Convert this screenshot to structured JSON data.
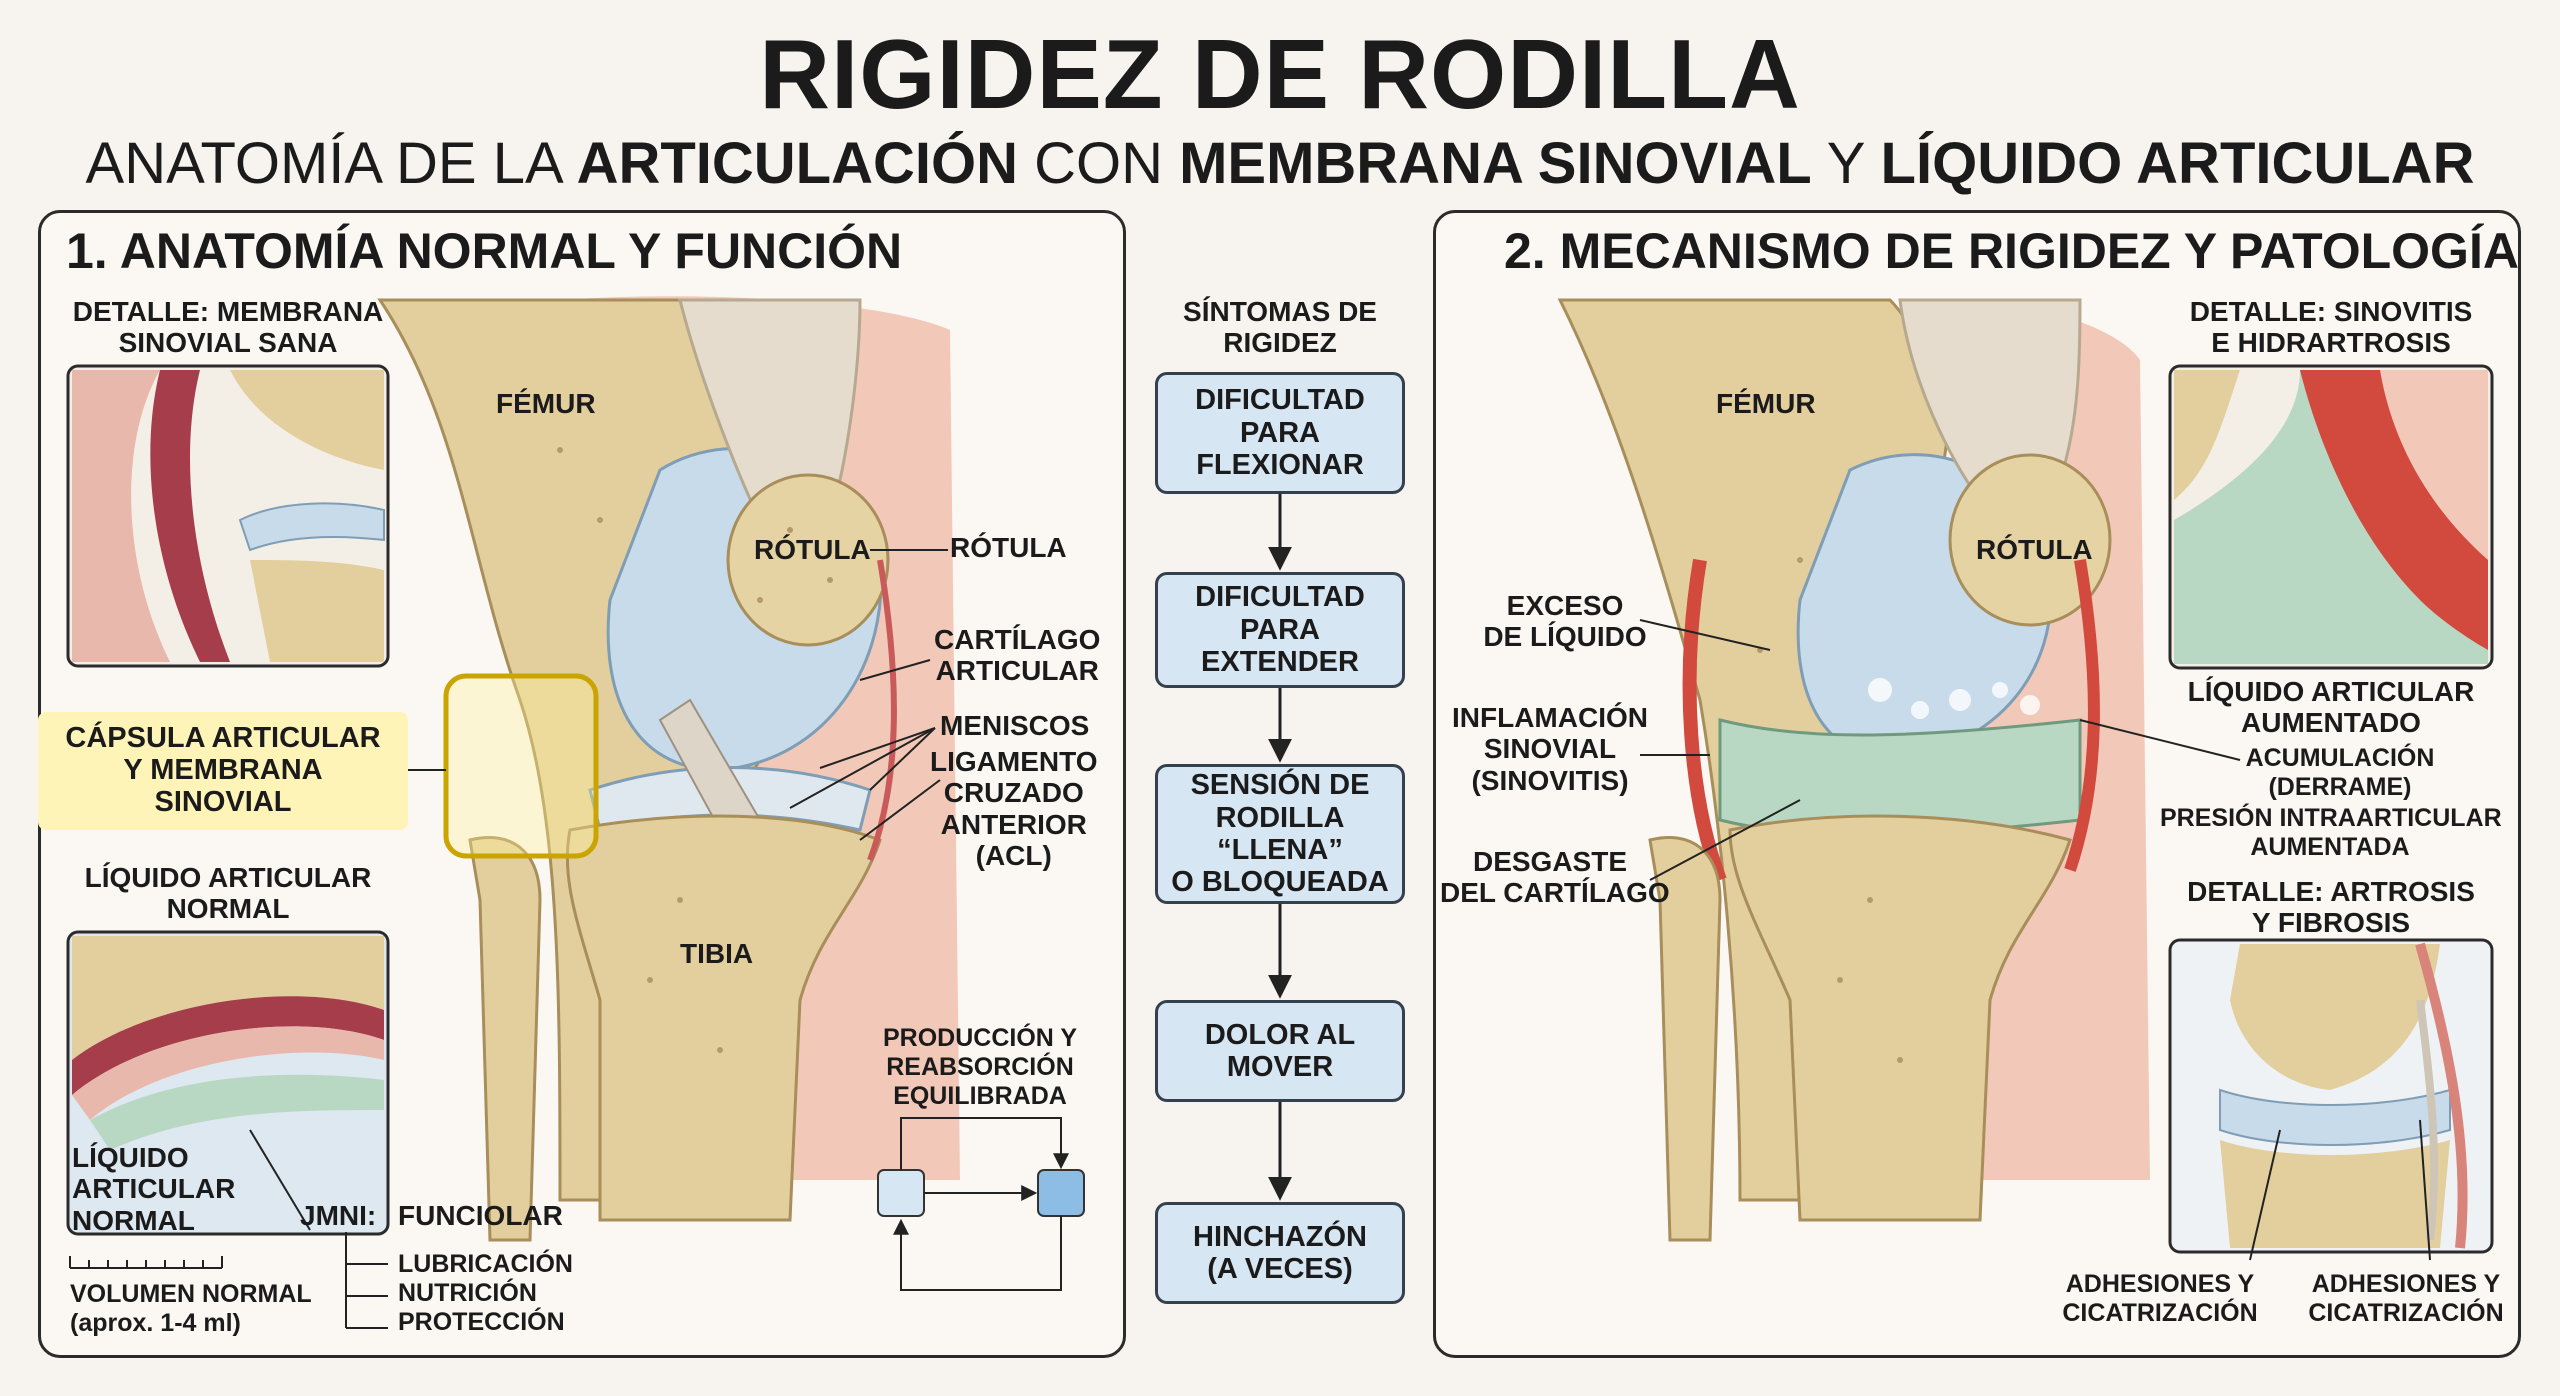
{
  "title": "RIGIDEZ DE RODILLA",
  "subtitle": {
    "p1": "ANATOMÍA DE LA ",
    "b1": "ARTICULACIÓN",
    "p2": " CON ",
    "b2": "MEMBRANA  SINOVIAL",
    "p3": " Y ",
    "b3": "LÍQUIDO ARTICULAR"
  },
  "panel1": {
    "title": "1. ANATOMÍA NORMAL Y FUNCIÓN",
    "detail_top_l1": "DETALLE: MEMBRANA",
    "detail_top_l2": "SINOVIAL SANA",
    "capsule_l1": "CÁPSULA ARTICULAR",
    "capsule_l2": "Y MEMBRANA",
    "capsule_l3": "SINOVIAL",
    "fluid_title_l1": "LÍQUIDO ARTICULAR",
    "fluid_title_l2": "NORMAL",
    "fluid_in_l1": "LÍQUIDO",
    "fluid_in_l2": "ARTICULAR",
    "fluid_in_l3": "NORMAL",
    "jmni": "JMNI:",
    "funciolar": "FUNCIOLAR",
    "func_items": [
      "LUBRICACIÓN",
      "NUTRICIÓN",
      "PROTECCIÓN"
    ],
    "volume_l1": "VOLUMEN NORMAL",
    "volume_l2": "(aprox. 1-4 ml)",
    "femur": "FÉMUR",
    "rotula_in": "RÓTULA",
    "rotula_out": "RÓTULA",
    "cartilago_l1": "CARTÍLAGO",
    "cartilago_l2": "ARTICULAR",
    "meniscos": "MENISCOS",
    "ligamento_l1": "LIGAMENTO",
    "ligamento_l2": "CRUZADO",
    "ligamento_l3": "ANTERIOR",
    "ligamento_l4": "(ACL)",
    "tibia": "TIBIA",
    "cycle_l1": "PRODUCCIÓN Y",
    "cycle_l2": "REABSORCIÓN",
    "cycle_l3": "EQUILIBRADA"
  },
  "middle": {
    "title_l1": "SÍNTOMAS DE",
    "title_l2": "RIGIDEZ",
    "steps": [
      {
        "l1": "DIFICULTAD",
        "l2": "PARA",
        "l3": "FLEXIONAR"
      },
      {
        "l1": "DIFICULTAD",
        "l2": "PARA",
        "l3": "EXTENDER"
      },
      {
        "l1": "SENSIÓN DE",
        "l2": "RODILLA “LLENA”",
        "l3": "O BLOQUEADA"
      },
      {
        "l1": "DOLOR AL",
        "l2": "MOVER",
        "l3": ""
      },
      {
        "l1": "HINCHAZÓN",
        "l2": "(A VECES)",
        "l3": ""
      }
    ]
  },
  "panel2": {
    "title": "2. MECANISMO DE RIGIDEZ Y PATOLOGÍA",
    "femur": "FÉMUR",
    "rotula": "RÓTULA",
    "exceso_l1": "EXCESO",
    "exceso_l2": "DE LÍQUIDO",
    "inflam_l1": "INFLAMACIÓN",
    "inflam_l2": "SINOVIAL",
    "inflam_l3": "(SINOVITIS)",
    "desgaste_l1": "DESGASTE",
    "desgaste_l2": "DEL CARTÍLAGO",
    "detail1_l1": "DETALLE: SINOVITIS",
    "detail1_l2": "E HIDRARTROSIS",
    "liquido_l1": "LÍQUIDO ARTICULAR",
    "liquido_l2": "AUMENTADO",
    "acum_l1": "ACUMULACIÓN",
    "acum_l2": "(DERRAME)",
    "presion_l1": "PRESIÓN INTRAARTICULAR",
    "presion_l2": "AUMENTADA",
    "detail2_l1": "DETALLE: ARTROSIS",
    "detail2_l2": "Y FIBROSIS",
    "adh1_l1": "ADHESIONES Y",
    "adh1_l2": "CICATRIZACIÓN",
    "adh2_l1": "ADHESIONES Y",
    "adh2_l2": "CICATRIZACIÓN"
  },
  "colors": {
    "bone": "#e6d3a3",
    "cartilage": "#c7dbeb",
    "synovium": "#d9847a",
    "fluid": "#b9d8c4",
    "symptom_box": "#d6e6f3",
    "highlight": "#fff4b8"
  }
}
